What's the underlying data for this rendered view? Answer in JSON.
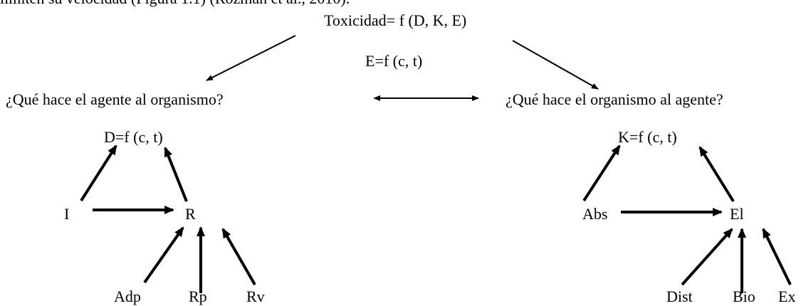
{
  "header_fragment": "limiten su velocidad (Figura 1.1) (Rozman et al., 2010).",
  "equation_main": "Toxicidad= f (D, K, E)",
  "equation_e": "E=f (c, t)",
  "question_left": "¿Qué hace el agente al organismo?",
  "question_right": "¿Qué hace el organismo al agente?",
  "left_branch": {
    "top": "D=f (c, t)",
    "node_i": "I",
    "node_r": "R",
    "inputs": [
      "Adp",
      "Rp",
      "Rv"
    ]
  },
  "right_branch": {
    "top": "K=f (c, t)",
    "node_abs": "Abs",
    "node_el": "El",
    "inputs": [
      "Dist",
      "Bio",
      "Ex"
    ]
  }
}
